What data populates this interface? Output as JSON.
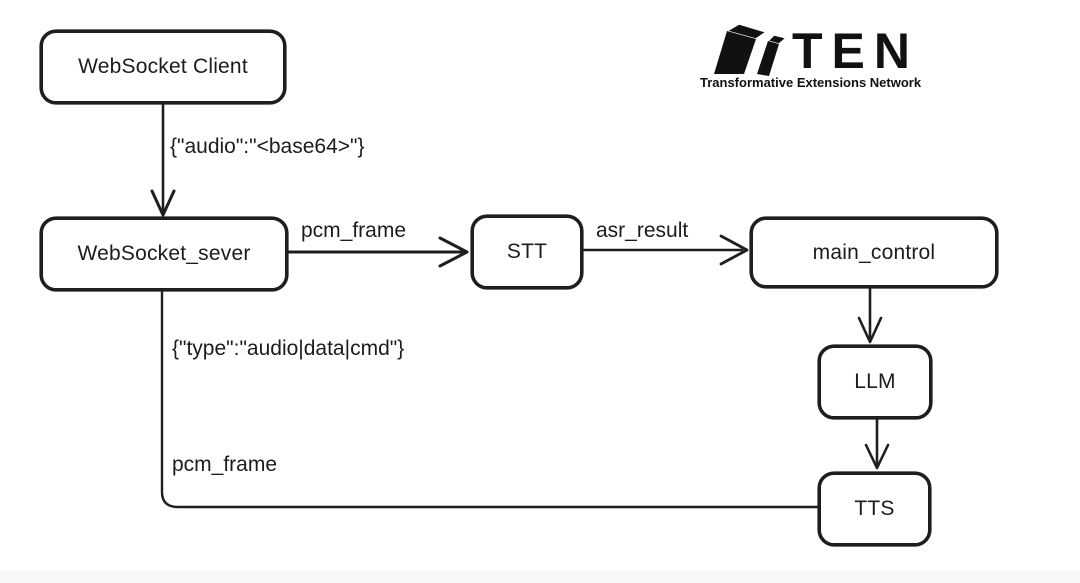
{
  "colors": {
    "background": "#ffffff",
    "stroke": "#1e1e1e",
    "logo": "#111111",
    "footer_band": "#f7f7f8"
  },
  "logo": {
    "wordmark": "TEN",
    "tagline": "Transformative Extensions Network"
  },
  "diagram": {
    "nodes": {
      "client": "WebSocket Client",
      "server": "WebSocket_sever",
      "stt": "STT",
      "main_control": "main_control",
      "llm": "LLM",
      "tts": "TTS"
    },
    "edge_labels": {
      "audio_json": "{\"audio\":\"<base64>\"}",
      "pcm_frame_top": "pcm_frame",
      "asr_result": "asr_result",
      "type_json": "{\"type\":\"audio|data|cmd\"}",
      "pcm_frame_bottom": "pcm_frame"
    }
  }
}
